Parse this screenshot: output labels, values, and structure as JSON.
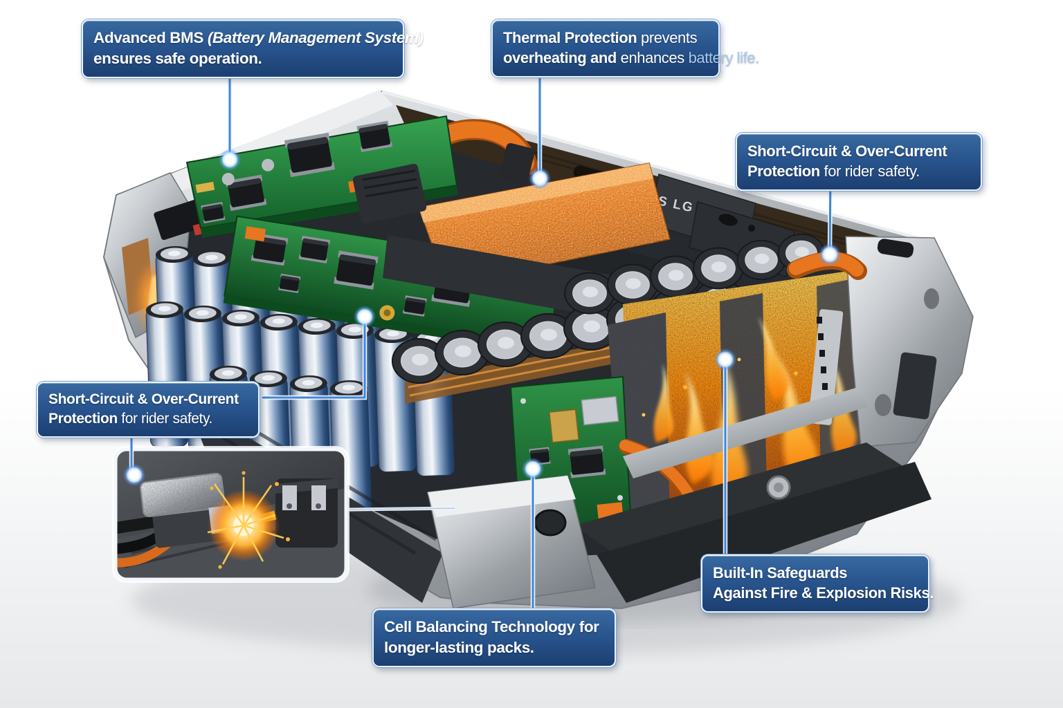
{
  "figure": {
    "title": "E-bike battery pack safety cutaway infographic",
    "module_marking": "S LG"
  },
  "callouts": {
    "bms": {
      "seg_bold": "Advanced BMS",
      "seg_italic": " (Battery Management System)",
      "seg_line2": "ensures safe operation."
    },
    "thermal": {
      "seg_bold": "Thermal Protection",
      "seg_rest": " prevents",
      "seg_line2a": "overheating and",
      "seg_line2b": " enhances",
      "seg_line2c": " battery life."
    },
    "short_circuit_right": {
      "seg_bold": "Short-Circuit & Over-Current",
      "seg_bold2": "Protection",
      "seg_rest": " for rider safety."
    },
    "short_circuit_left": {
      "seg_bold": "Short-Circuit & Over-Current",
      "seg_bold2": "Protection",
      "seg_rest": " for rider safety."
    },
    "cell_balancing": {
      "seg_line1": "Cell Balancing Technology for",
      "seg_line2": "longer-lasting packs."
    },
    "safeguards": {
      "seg_line1": "Built-In Safeguards",
      "seg_line2": "Against Fire & Explosion Risks."
    }
  },
  "colors": {
    "label_bg_top": "#38699f",
    "label_bg_bottom": "#1c3f71",
    "label_border": "#e9f2fc",
    "leader_blue": "#3f86d8",
    "accent_orange": "#e8761f",
    "pcb_green": "#1f7a33",
    "fire_orange": "#ff8a00",
    "case_silver": "#c9cdd1"
  }
}
